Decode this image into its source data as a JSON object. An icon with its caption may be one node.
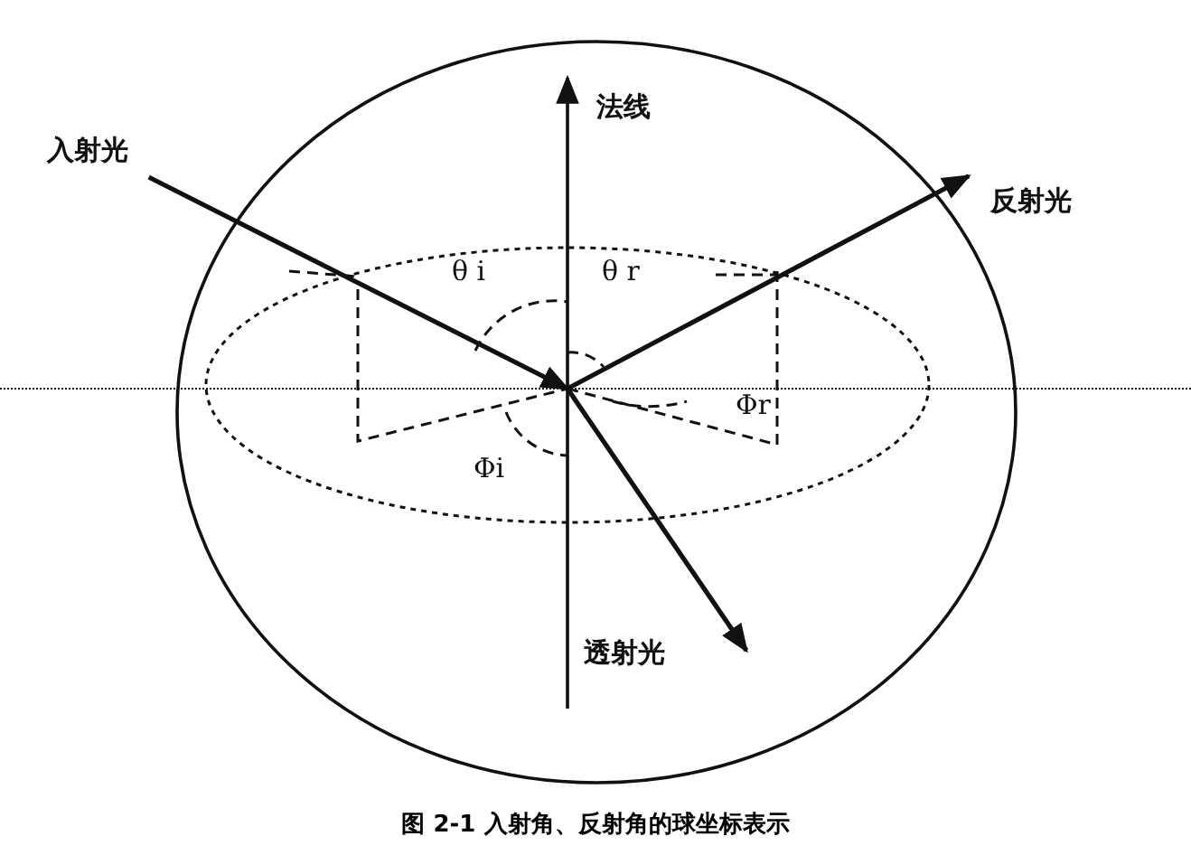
{
  "diagram": {
    "caption": "图 2-1 入射角、反射角的球坐标表示",
    "nodes": [
      {
        "text": [
          "入射光"
        ]
      },
      {
        "text": [
          "法线"
        ]
      },
      {
        "text": [
          "反射光"
        ]
      },
      {
        "text": [
          "透射光"
        ]
      }
    ],
    "edges": [
      {
        "from": 0,
        "to": null,
        "arrow": "to"
      },
      {
        "from": null,
        "to": 1,
        "arrow": "to"
      },
      {
        "from": null,
        "to": 2,
        "arrow": "to"
      },
      {
        "from": null,
        "to": 3,
        "arrow": "to"
      }
    ],
    "labels": [
      "θ i",
      "θ r",
      "Φi",
      "Φr"
    ]
  }
}
